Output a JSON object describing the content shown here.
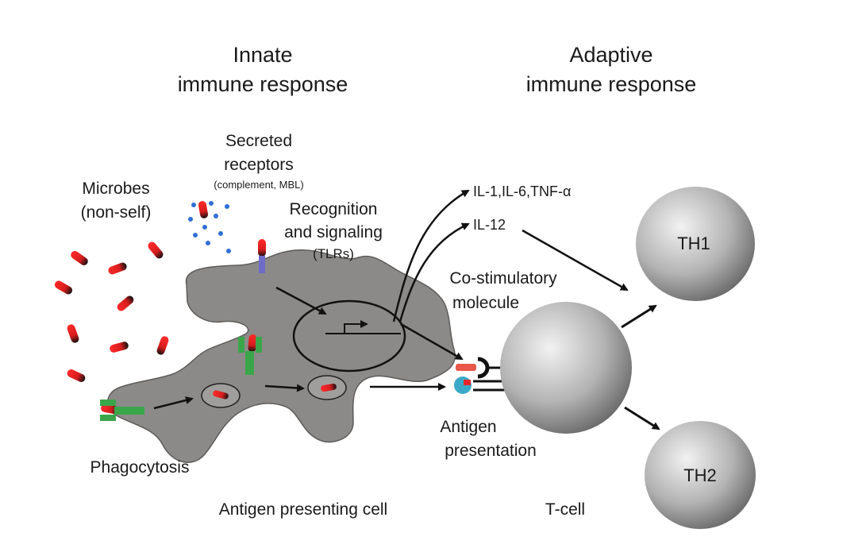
{
  "headings": {
    "innate_line1": "Innate",
    "innate_line2": "immune response",
    "adaptive_line1": "Adaptive",
    "adaptive_line2": "immune response"
  },
  "labels": {
    "secreted_line1": "Secreted",
    "secreted_line2": "receptors",
    "secreted_sub": "(complement, MBL)",
    "microbes_line1": "Microbes",
    "microbes_line2": "(non-self)",
    "recognition_line1": "Recognition",
    "recognition_line2": "and signaling",
    "recognition_line3": "(TLRs)",
    "cytokines": "IL-1,IL-6,TNF-α",
    "il12": "IL-12",
    "costim_line1": "Co-stimulatory",
    "costim_line2": "molecule",
    "antigen_line1": "Antigen",
    "antigen_line2": "presentation",
    "phagocytosis": "Phagocytosis",
    "apc": "Antigen presenting cell",
    "tcell": "T-cell",
    "th1": "TH1",
    "th2": "TH2"
  },
  "colors": {
    "microbe": "#e8262a",
    "apc_fill": "#8c8a88",
    "receptor_green": "#3aa64a",
    "tlr_blue": "#6f6cc9",
    "mbl_blue": "#2f6fd6",
    "mhc_cyan": "#3aa9c7"
  }
}
